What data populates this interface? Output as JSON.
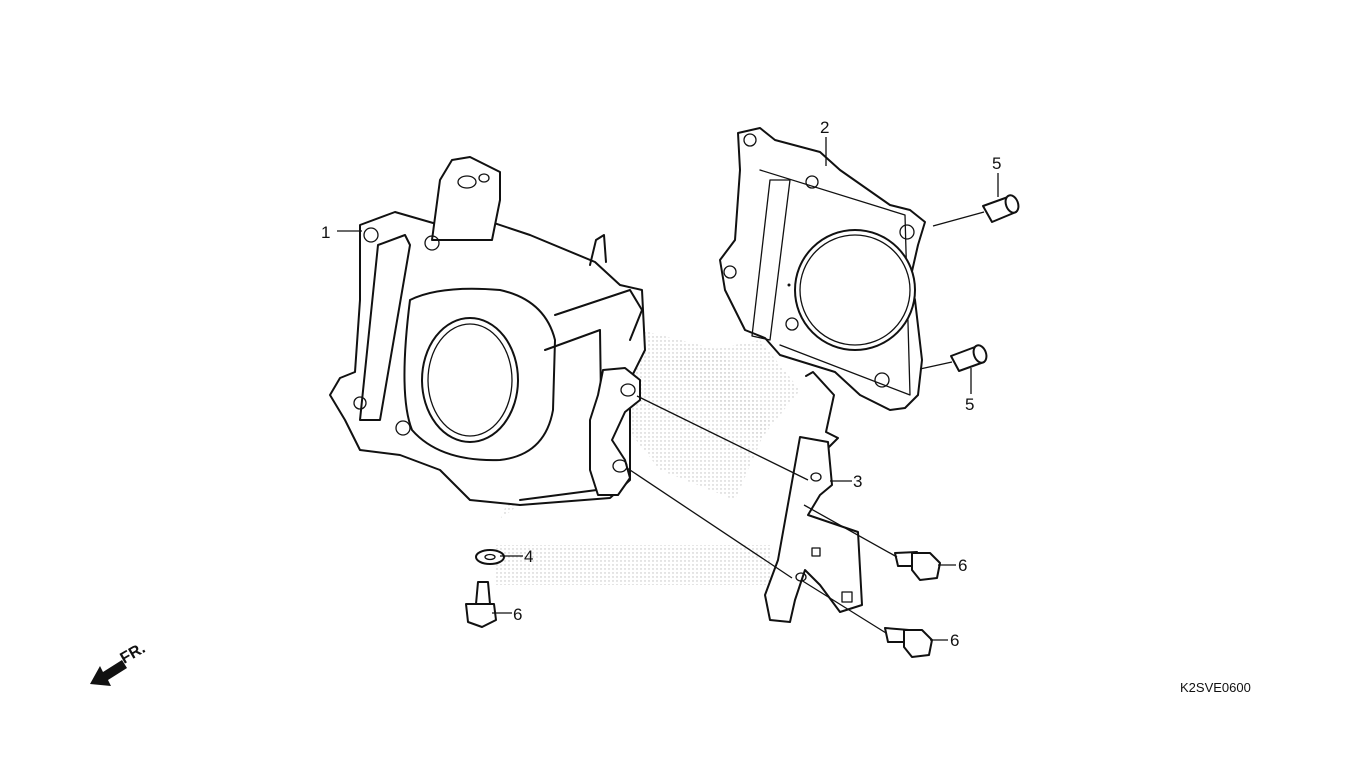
{
  "diagram": {
    "callouts": [
      {
        "id": "cylinder",
        "label": "1"
      },
      {
        "id": "gasket",
        "label": "2"
      },
      {
        "id": "bracket",
        "label": "3"
      },
      {
        "id": "washer",
        "label": "4"
      },
      {
        "id": "dowel-top",
        "label": "5"
      },
      {
        "id": "dowel-bottom",
        "label": "5"
      },
      {
        "id": "bolt-right-upper",
        "label": "6"
      },
      {
        "id": "bolt-right-lower",
        "label": "6"
      },
      {
        "id": "bolt-left",
        "label": "6"
      }
    ],
    "direction_label": "FR.",
    "figure_code": "K2SVE0600"
  }
}
